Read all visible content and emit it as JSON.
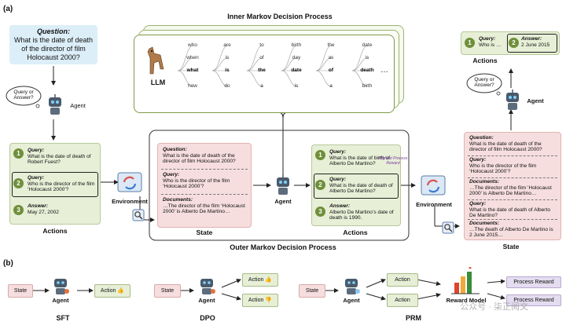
{
  "panel_a_label": "(a)",
  "panel_b_label": "(b)",
  "question_title": "Question:",
  "question_text": "What is the date of death of the director of film Holocaust 2000?",
  "bubble_text": "Query or Answer?",
  "agent_label": "Agent",
  "actions_label": "Actions",
  "environment_label": "Environment",
  "state_label": "State",
  "inner_title": "Inner Markov Decision Process",
  "outer_title": "Outer Markov Decision Process",
  "llm_label": "LLM",
  "ellipsis": "…",
  "inner_tokens": [
    [
      "who",
      "when",
      "what",
      "how"
    ],
    [
      "are",
      "is",
      "is",
      "do"
    ],
    [
      "to",
      "of",
      "the",
      "a"
    ],
    [
      "birth",
      "day",
      "date",
      "is"
    ],
    [
      "the",
      "as",
      "of",
      "a"
    ],
    [
      "date",
      "is",
      "death",
      "birth"
    ]
  ],
  "left_actions": [
    {
      "num": "1",
      "title": "Query:",
      "text": "What is the date of death of Robert Fuest?"
    },
    {
      "num": "2",
      "title": "Query:",
      "text": "Who is the director of the film ‘Holocaust 2000’?"
    },
    {
      "num": "3",
      "title": "Answer:",
      "text": "May 27, 2002"
    }
  ],
  "mid_state": [
    {
      "title": "Question:",
      "text": "What is the date of death of the director of film Holocaust 2000?"
    },
    {
      "title": "Query:",
      "text": "Who is the director of the film ‘Holocaust 2000’?"
    },
    {
      "title": "Documents:",
      "text": "…The director of the film ‘Holocaust 2000’ is Alberto De Martino…"
    }
  ],
  "mid_actions": [
    {
      "num": "1",
      "title": "Query:",
      "text": "What is the date of birth of Alberto De Martino?"
    },
    {
      "num": "2",
      "title": "Query:",
      "text": "What is the date of death of Alberto De Martino?"
    },
    {
      "num": "3",
      "title": "Answer:",
      "text": "Alberto De Martino’s date of death is 1990."
    }
  ],
  "highest_reward": "Highest Process Reward",
  "right_state": [
    {
      "title": "Question:",
      "text": "What is the date of death of the director of film Holocaust 2000?"
    },
    {
      "title": "Query:",
      "text": "Who is the director of the film ‘Holocaust 2000’?"
    },
    {
      "title": "Documents:",
      "text": "…The director of the film ‘Holocaust 2000’ is Alberto De Martino…"
    },
    {
      "title": "Query:",
      "text": "What is the date of death of Alberto De Martino?"
    },
    {
      "title": "Documents:",
      "text": "…The death of Alberto De Martino is 2 June 2015…"
    }
  ],
  "top_right": {
    "n1": "1",
    "q_title": "Query:",
    "q_text": "Who is …",
    "n2": "2",
    "a_title": "Answer:",
    "a_text": "2 June 2015"
  },
  "b_sft": {
    "state": "State",
    "agent": "Agent",
    "action": "Action",
    "name": "SFT"
  },
  "b_dpo": {
    "state": "State",
    "agent": "Agent",
    "action1": "Action",
    "action2": "Action",
    "name": "DPO"
  },
  "b_prm": {
    "state": "State",
    "agent": "Agent",
    "model": "Reward Model",
    "reward1": "Process Reward",
    "reward2": "Process Reward",
    "name": "PRM"
  },
  "watermark": "公众号 · 柒正阅文",
  "colors": {
    "green": "#6f8f3a",
    "pink": "#f7dede",
    "blue": "#dceef8",
    "purple": "#e4dcef"
  }
}
